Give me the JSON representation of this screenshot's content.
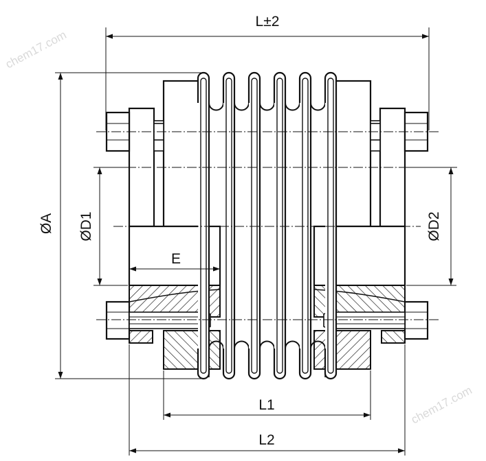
{
  "labels": {
    "overall_length": "L±2",
    "outer_diameter": "ØA",
    "bore_1": "ØD1",
    "bore_2": "ØD2",
    "hub_length": "E",
    "length_1": "L1",
    "length_2": "L2"
  },
  "watermark": "chem17.com"
}
